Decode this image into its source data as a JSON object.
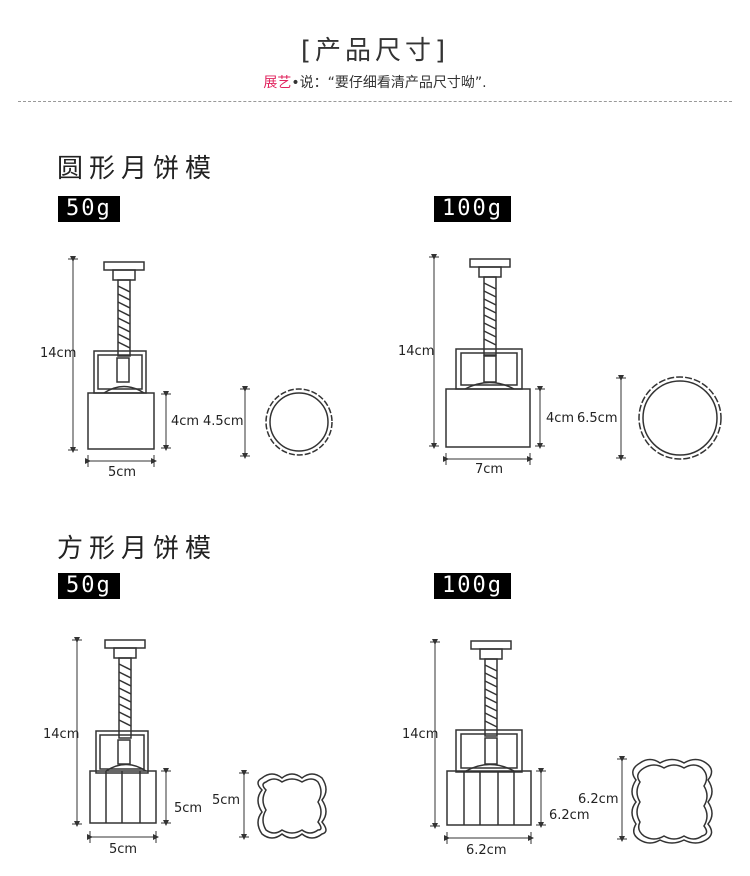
{
  "header": {
    "title": "[产品尺寸]",
    "brand": "展艺",
    "quote": "•说：“要仔细看清产品尺寸呦”."
  },
  "round": {
    "heading": "圆形月饼模",
    "small": {
      "badge": "50g",
      "height": "14cm",
      "width": "5cm",
      "depth": "4cm",
      "diameter": "4.5cm"
    },
    "large": {
      "badge": "100g",
      "height": "14cm",
      "width": "7cm",
      "depth": "4cm",
      "diameter": "6.5cm"
    }
  },
  "square": {
    "heading": "方形月饼模",
    "small": {
      "badge": "50g",
      "height": "14cm",
      "width": "5cm",
      "depth": "5cm",
      "side": "5cm"
    },
    "large": {
      "badge": "100g",
      "height": "14cm",
      "width": "6.2cm",
      "depth": "6.2cm",
      "side": "6.2cm"
    }
  },
  "colors": {
    "brand": "#e0245e",
    "badge_bg": "#000000",
    "line": "#333333"
  }
}
